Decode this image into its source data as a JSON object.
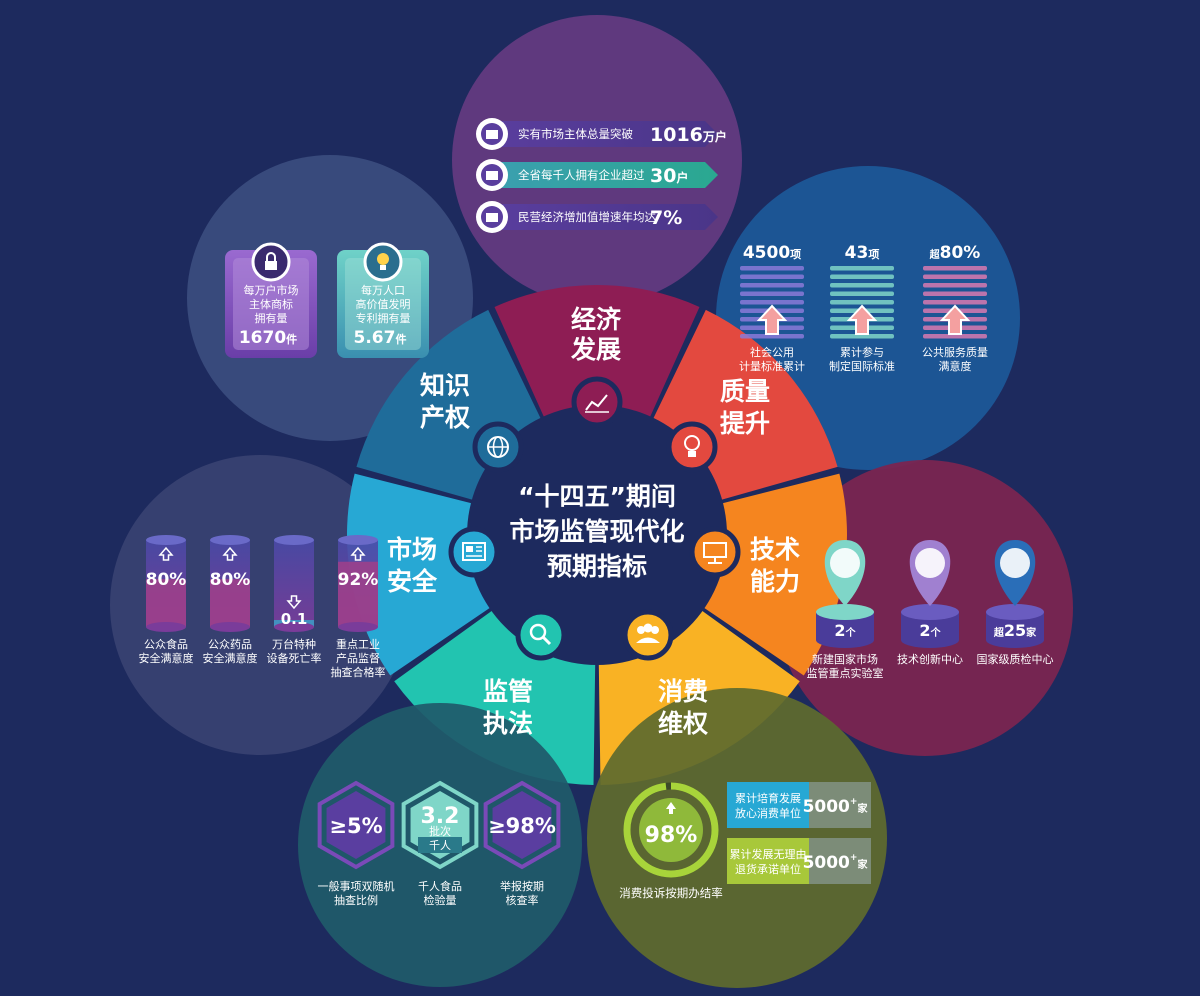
{
  "center": {
    "line1": "“十四五”期间",
    "line2": "市场监管现代化",
    "line3": "预期指标"
  },
  "segments": {
    "economy": {
      "l1": "经济",
      "l2": "发展"
    },
    "quality": {
      "l1": "质量",
      "l2": "提升"
    },
    "tech": {
      "l1": "技术",
      "l2": "能力"
    },
    "consumer": {
      "l1": "消费",
      "l2": "维权"
    },
    "enforce": {
      "l1": "监管",
      "l2": "执法"
    },
    "safety": {
      "l1": "市场",
      "l2": "安全"
    },
    "ip": {
      "l1": "知识",
      "l2": "产权"
    }
  },
  "economy": {
    "rows": [
      {
        "label": "实有市场主体总量突破",
        "value": "1016",
        "unit": "万户"
      },
      {
        "label": "全省每千人拥有企业超过",
        "value": "30",
        "unit": "户"
      },
      {
        "label": "民营经济增加值增速年均达",
        "value": "7%",
        "unit": ""
      }
    ]
  },
  "quality": {
    "items": [
      {
        "prefix": "",
        "value": "4500",
        "unit": "项",
        "l1": "社会公用",
        "l2": "计量标准累计"
      },
      {
        "prefix": "",
        "value": "43",
        "unit": "项",
        "l1": "累计参与",
        "l2": "制定国际标准"
      },
      {
        "prefix": "超",
        "value": "80%",
        "unit": "",
        "l1": "公共服务质量",
        "l2": "满意度"
      }
    ]
  },
  "tech": {
    "items": [
      {
        "prefix": "",
        "value": "2",
        "unit": "个",
        "l1": "新建国家市场",
        "l2": "监管重点实验室"
      },
      {
        "prefix": "",
        "value": "2",
        "unit": "个",
        "l1": "技术创新中心",
        "l2": ""
      },
      {
        "prefix": "超",
        "value": "25",
        "unit": "家",
        "l1": "国家级质检中心",
        "l2": ""
      }
    ]
  },
  "consumer": {
    "ring_value": "98%",
    "ring_fraction": 0.98,
    "ring_label": "消费投诉按期办结率",
    "boxes": [
      {
        "l1": "累计培育发展",
        "l2": "放心消费单位",
        "value": "5000",
        "sup": "+",
        "unit": "家"
      },
      {
        "l1": "累计发展无理由",
        "l2": "退货承诺单位",
        "value": "5000",
        "sup": "+",
        "unit": "家"
      }
    ]
  },
  "enforce": {
    "items": [
      {
        "value": "≥5%",
        "l1": "一般事项双随机",
        "l2": "抽查比例"
      },
      {
        "value": "3.2",
        "sub1": "批次",
        "sub2": "千人",
        "l1": "千人食品",
        "l2": "检验量"
      },
      {
        "value": "≥98%",
        "l1": "举报按期",
        "l2": "核查率"
      }
    ]
  },
  "safety": {
    "items": [
      {
        "value": "80%",
        "arrow": "up",
        "level": 0.55,
        "l1": "公众食品",
        "l2": "安全满意度",
        "l3": ""
      },
      {
        "value": "80%",
        "arrow": "up",
        "level": 0.55,
        "l1": "公众药品",
        "l2": "安全满意度",
        "l3": ""
      },
      {
        "value": "0.1",
        "arrow": "down",
        "level": 0.08,
        "l1": "万台特种",
        "l2": "设备死亡率",
        "l3": ""
      },
      {
        "value": "92%",
        "arrow": "up",
        "level": 0.75,
        "l1": "重点工业",
        "l2": "产品监督",
        "l3": "抽查合格率"
      }
    ]
  },
  "ip": {
    "items": [
      {
        "l1": "每万户市场",
        "l2": "主体商标",
        "l3": "拥有量",
        "value": "1670",
        "unit": "件"
      },
      {
        "l1": "每万人口",
        "l2": "高价值发明",
        "l3": "专利拥有量",
        "value": "5.67",
        "unit": "件"
      }
    ]
  },
  "colors": {
    "background": "#1d2a5e",
    "economy": "#8e1d54",
    "quality": "#e3493f",
    "tech": "#f5851f",
    "consumer": "#f9b224",
    "enforce": "#22c4b0",
    "safety": "#27a8d4",
    "ip": "#1f6c9a",
    "hub": "#1d2a5e"
  }
}
